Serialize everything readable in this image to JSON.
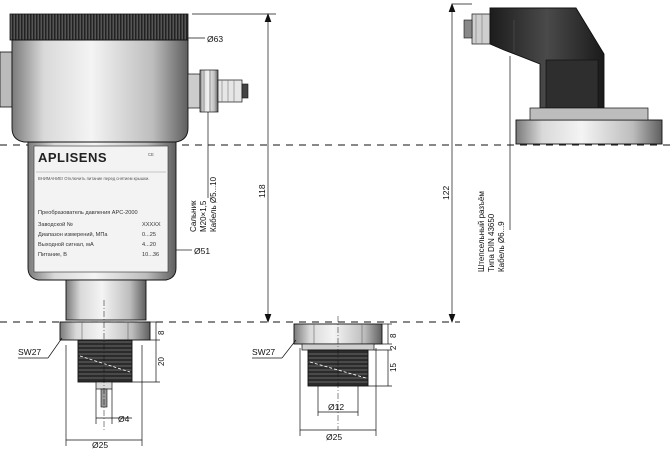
{
  "labels": {
    "d_top": "Ø63",
    "d_body": "Ø51",
    "gland": [
      "Сальник",
      "M20×1,5",
      "Кабель Ø5...10"
    ],
    "dim_118": "118",
    "dim_122": "122",
    "connector": [
      "Штепсельный разъём",
      "Типа DIN 43650",
      "Кабель Ø6...9"
    ],
    "sw_left": "SW27",
    "sw_mid": "SW27",
    "d25_left": "Ø25",
    "d25_mid": "Ø25",
    "d4": "Ø4",
    "d12": "Ø12",
    "dim_8_left": "8",
    "dim_20": "20",
    "dim_8_mid": "8",
    "dim_2": "2",
    "dim_15": "15"
  },
  "plate": {
    "logo": "APLISENS",
    "tag": "CE",
    "note": "ВНИМАНИЕ! Отключить питание перед снятием крышки.",
    "title": "Преобразователь давления APC-2000",
    "rows": [
      {
        "label": "Заводской №",
        "value": "XXXXX"
      },
      {
        "label": "Диапазон измерений, МПа",
        "value": "0...25"
      },
      {
        "label": "Выходной сигнал, мА",
        "value": "4...20"
      },
      {
        "label": "Питание, В",
        "value": "10...36"
      }
    ]
  },
  "colors": {
    "line": "#111111",
    "metal_dark": "#6d6d6d",
    "metal_light": "#e8e8e8",
    "plate_bg": "#f3f3f3",
    "connector_body": "#2a2a2a"
  }
}
